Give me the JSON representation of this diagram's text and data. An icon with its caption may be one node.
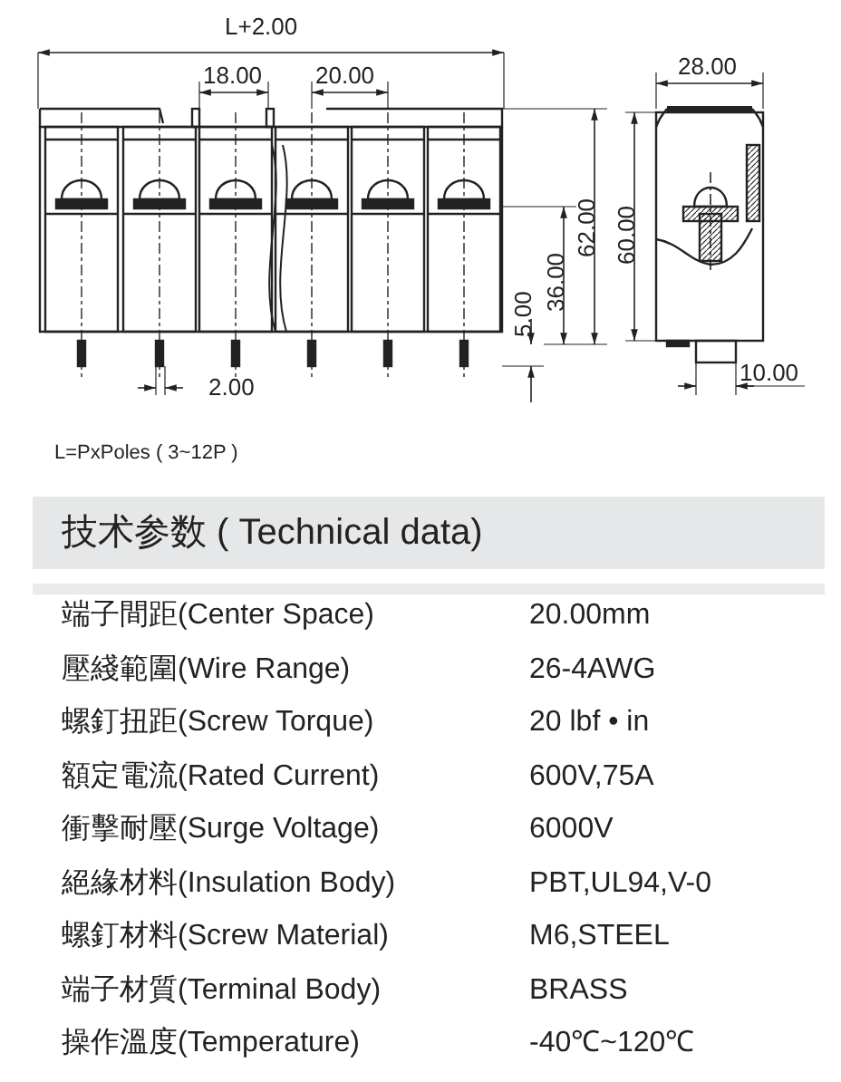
{
  "diagram": {
    "labels": [
      "L+2.00",
      "18.00",
      "20.00",
      "2.00",
      "28.00",
      "62.00",
      "60.00",
      "36.00",
      "5.00",
      "10.00",
      "L=PxPoles ( 3~12P )",
      "技术参数 ( Technical data)",
      "端子間距(Center Space)",
      "20.00mm",
      "壓綫範圍(Wire Range)",
      "26-4AWG",
      "螺釘扭距(Screw Torque)",
      "20 lbf • in",
      "額定電流(Rated Current)",
      "600V,75A",
      "衝擊耐壓(Surge Voltage)",
      "6000V",
      "絕緣材料(Insulation Body)",
      "PBT,UL94,V-0",
      "螺釘材料(Screw Material)",
      "M6,STEEL",
      "端子材質(Terminal Body)",
      "BRASS",
      "操作溫度(Temperature)",
      "-40℃~120℃"
    ]
  }
}
